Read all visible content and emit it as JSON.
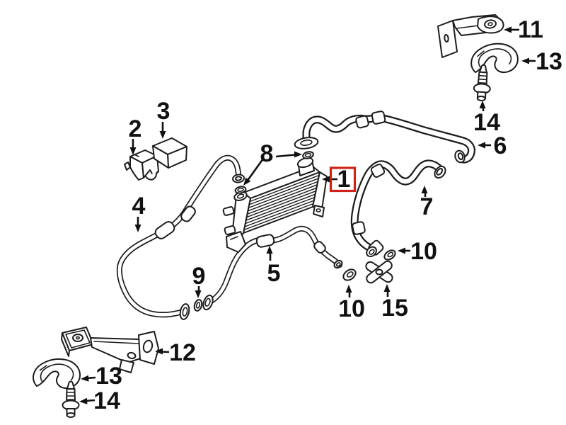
{
  "diagram": {
    "kind": "exploded-parts-diagram",
    "subject": "Engine oil cooler, oil lines, seals and mounting hardware",
    "background_color": "#ffffff",
    "line_color": "#1c1c1c",
    "highlight": {
      "part_number": "1",
      "box_color": "#cf2318"
    },
    "callouts": [
      {
        "id": "part-1",
        "label": "1",
        "highlighted": true
      },
      {
        "id": "part-2",
        "label": "2"
      },
      {
        "id": "part-3",
        "label": "3"
      },
      {
        "id": "part-4",
        "label": "4"
      },
      {
        "id": "part-5",
        "label": "5"
      },
      {
        "id": "part-6",
        "label": "6"
      },
      {
        "id": "part-7",
        "label": "7"
      },
      {
        "id": "part-8",
        "label": "8"
      },
      {
        "id": "part-9",
        "label": "9"
      },
      {
        "id": "part-10-right",
        "label": "10"
      },
      {
        "id": "part-10-lower",
        "label": "10"
      },
      {
        "id": "part-11",
        "label": "11"
      },
      {
        "id": "part-12",
        "label": "12"
      },
      {
        "id": "part-13-upper",
        "label": "13"
      },
      {
        "id": "part-13-lower",
        "label": "13"
      },
      {
        "id": "part-14-upper",
        "label": "14"
      },
      {
        "id": "part-14-lower",
        "label": "14"
      },
      {
        "id": "part-15",
        "label": "15"
      }
    ]
  }
}
